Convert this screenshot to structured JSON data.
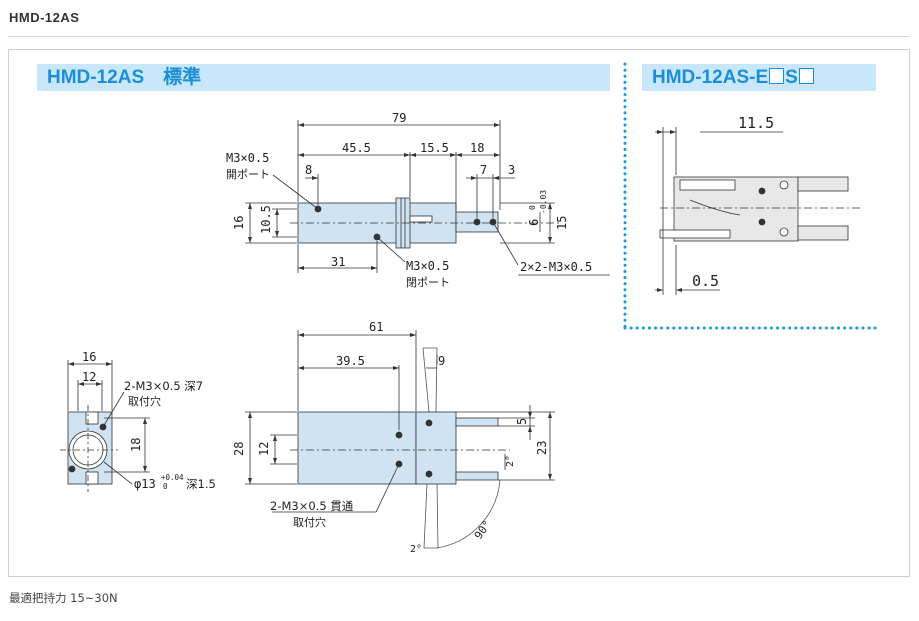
{
  "header": {
    "title": "HMD-12AS"
  },
  "footer": {
    "note": "最適把持力 15~30N"
  },
  "panels": {
    "standard": {
      "title": "HMD-12AS　標準"
    },
    "option": {
      "title_prefix": "HMD-12AS-E",
      "title_mid": "S"
    }
  },
  "colors": {
    "body_fill": "#cfe3f2",
    "banner_bg": "#c9e7fb",
    "banner_text": "#1a8fd8",
    "dotted_border": "#1a9be0"
  },
  "top_view": {
    "dims": {
      "overall": "79",
      "body": "45.5",
      "mid": "15.5",
      "jaw": "18",
      "port_offset": "8",
      "jaw_hole": "7",
      "jaw_hole2": "3",
      "left_port": "31",
      "h16": "16",
      "h10_5": "10.5",
      "h15": "15",
      "h6": "6",
      "tol_upper": "0",
      "tol_lower": "-0.03"
    },
    "labels": {
      "port1_a": "M3×0.5",
      "port1_b": "開ポート",
      "port2_a": "M3×0.5",
      "port2_b": "閉ポート",
      "jaw_tap": "2×2-M3×0.5"
    }
  },
  "end_view": {
    "dims": {
      "w16": "16",
      "w12": "12",
      "h18": "18"
    },
    "labels": {
      "tap": "2-M3×0.5 深7",
      "tap_b": "取付穴",
      "bore_prefix": "φ13",
      "bore_upper": "+0.04",
      "bore_lower": "0",
      "bore_depth": "深1.5"
    }
  },
  "side_view": {
    "dims": {
      "overall": "61",
      "body": "39.5",
      "w9": "9",
      "h28": "28",
      "h12": "12",
      "h5": "5",
      "h23": "23",
      "ang2a": "2°",
      "ang2b": "2°",
      "ang90": "90°"
    },
    "labels": {
      "tap": "2-M3×0.5 貫通",
      "tap_b": "取付穴"
    }
  },
  "option_view": {
    "dims": {
      "top": "11.5",
      "bottom": "0.5"
    }
  }
}
